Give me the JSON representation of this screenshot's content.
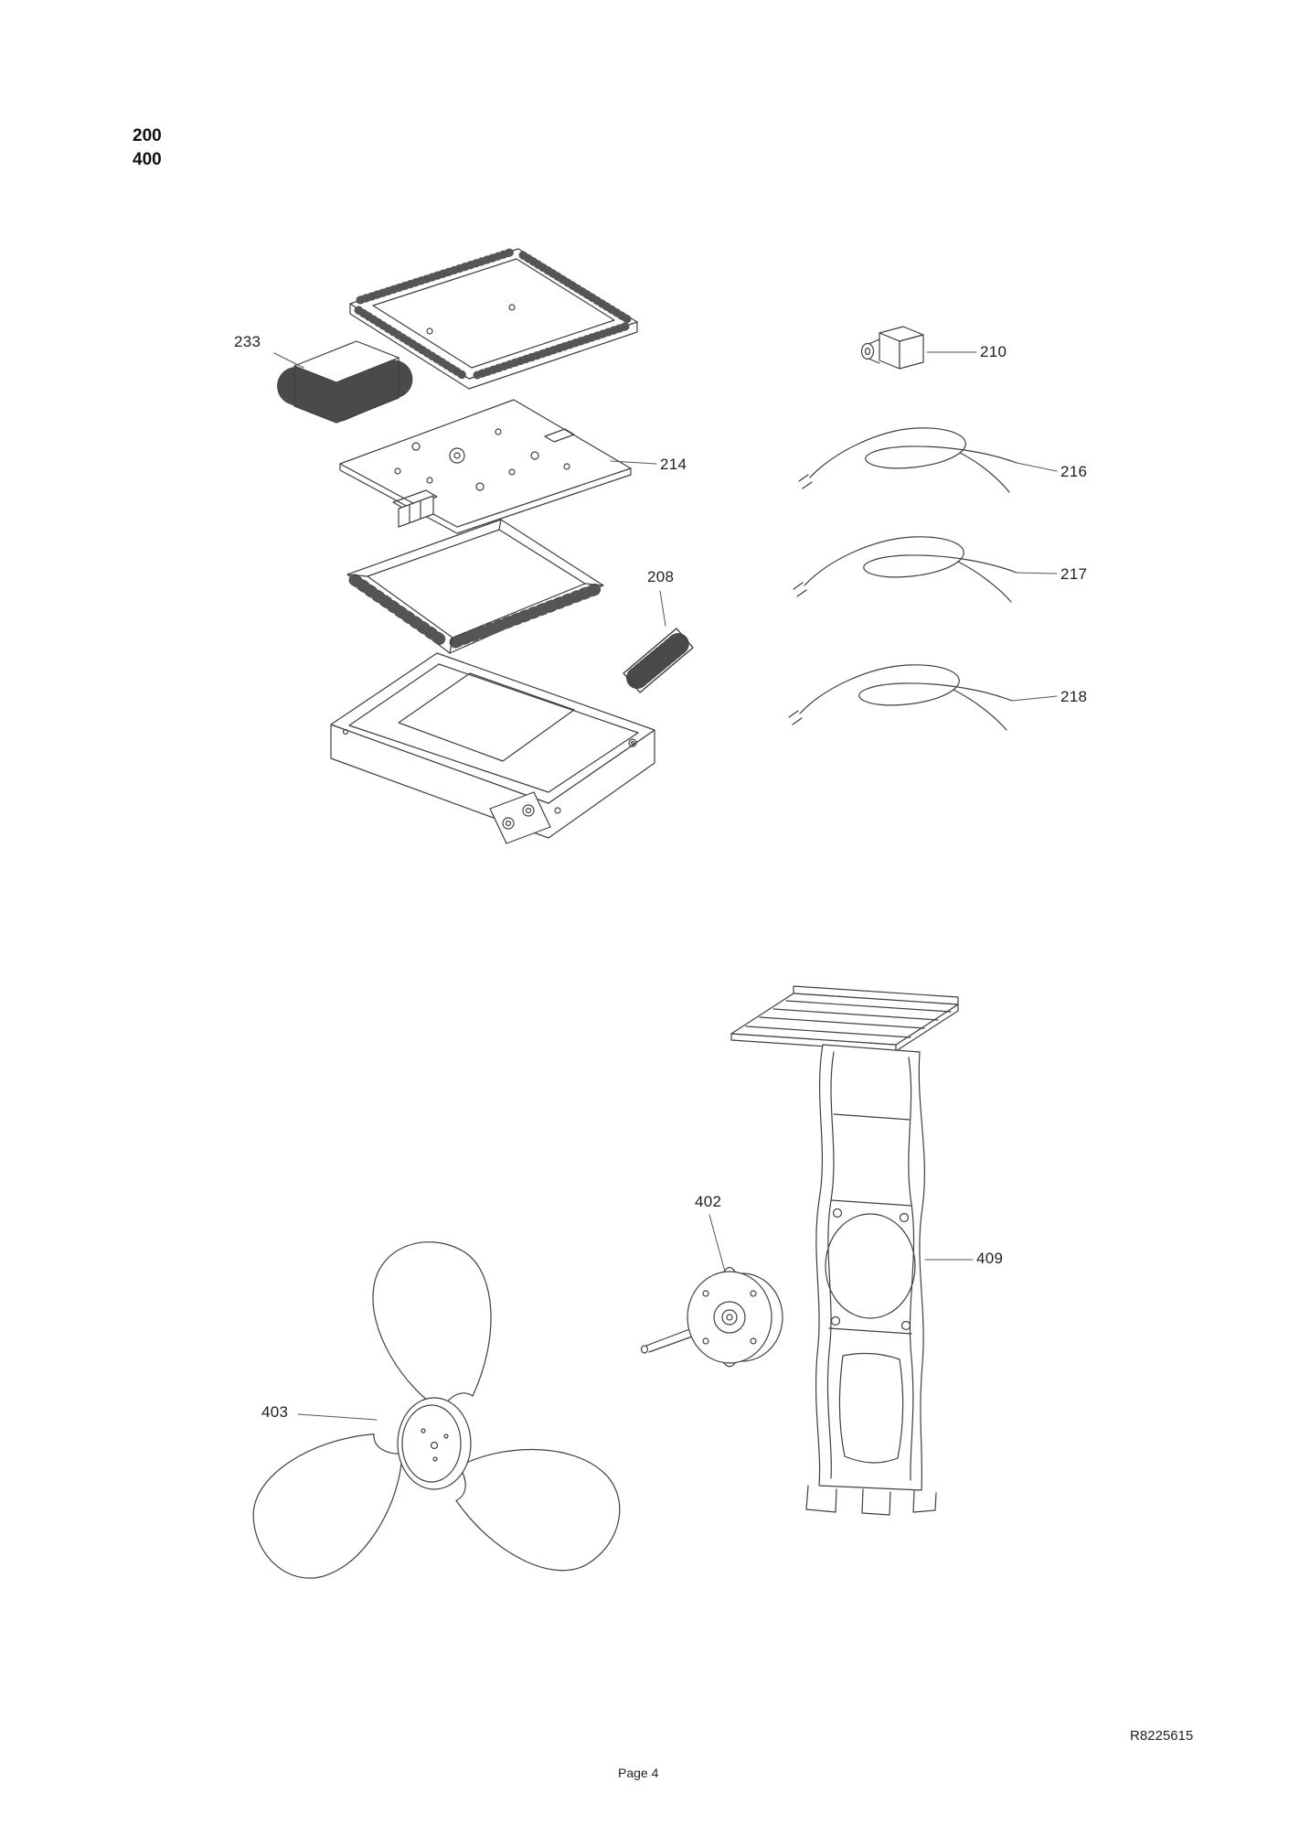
{
  "page": {
    "section_labels": [
      "200",
      "400"
    ],
    "doc_ref": "R8225615",
    "footer": "Page 4"
  },
  "callouts": {
    "heat_sink": "233",
    "circuit_board": "214",
    "terminal_block": "208",
    "connector": "210",
    "wire_a": "216",
    "wire_b": "217",
    "wire_c": "218",
    "fan_motor": "402",
    "fan_blade": "403",
    "mounting_bracket": "409"
  },
  "colors": {
    "ink": "#3f3f3f",
    "background": "#ffffff"
  }
}
